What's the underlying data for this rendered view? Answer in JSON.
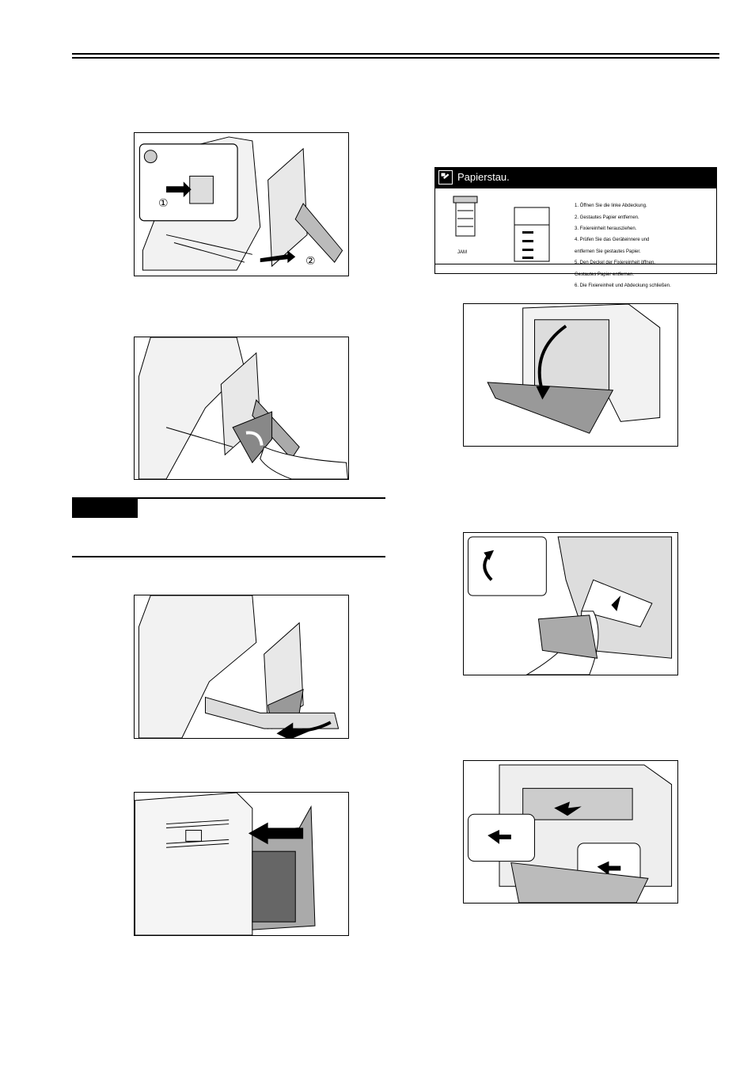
{
  "figures": {
    "fig1": {
      "callout_1": "①",
      "callout_2": "②"
    }
  },
  "panel": {
    "title": "Papierstau.",
    "jam_label": "JAM",
    "steps": [
      "1. Öffnen Sie die linke Abdeckung.",
      "2. Gestautes Papier entfernen.",
      "3. Fixiereinheit herausziehen.",
      "4. Prüfen Sie das Geräteinnere und",
      "    entfernen Sie gestautes Papier.",
      "5. Den Deckel der Fixiereinheit öffnen.",
      "    Gestautes Papier entfernen.",
      "6. Die Fixiereinheit und Abdeckung schließen."
    ]
  },
  "icons": {
    "jam": "paper-jam-icon",
    "arrow": "arrow-icon"
  }
}
